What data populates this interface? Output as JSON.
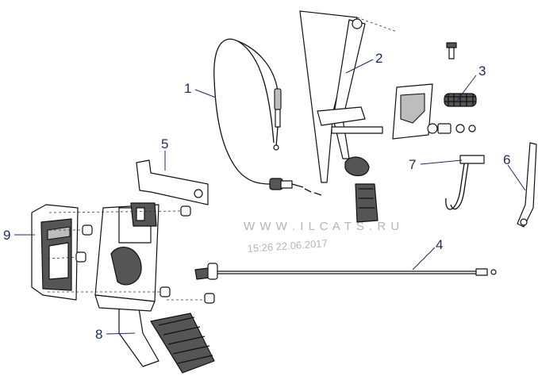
{
  "watermark": {
    "site": "W W W . I L C A T S . R U",
    "timestamp": "15:26 22.06.2017"
  },
  "callouts": [
    {
      "id": "1"
    },
    {
      "id": "2"
    },
    {
      "id": "3"
    },
    {
      "id": "4"
    },
    {
      "id": "5"
    },
    {
      "id": "6"
    },
    {
      "id": "7"
    },
    {
      "id": "8"
    },
    {
      "id": "9"
    }
  ],
  "colors": {
    "callout": "#1f2a5c",
    "line": "#111111",
    "watermark": "#b5b5b5"
  }
}
